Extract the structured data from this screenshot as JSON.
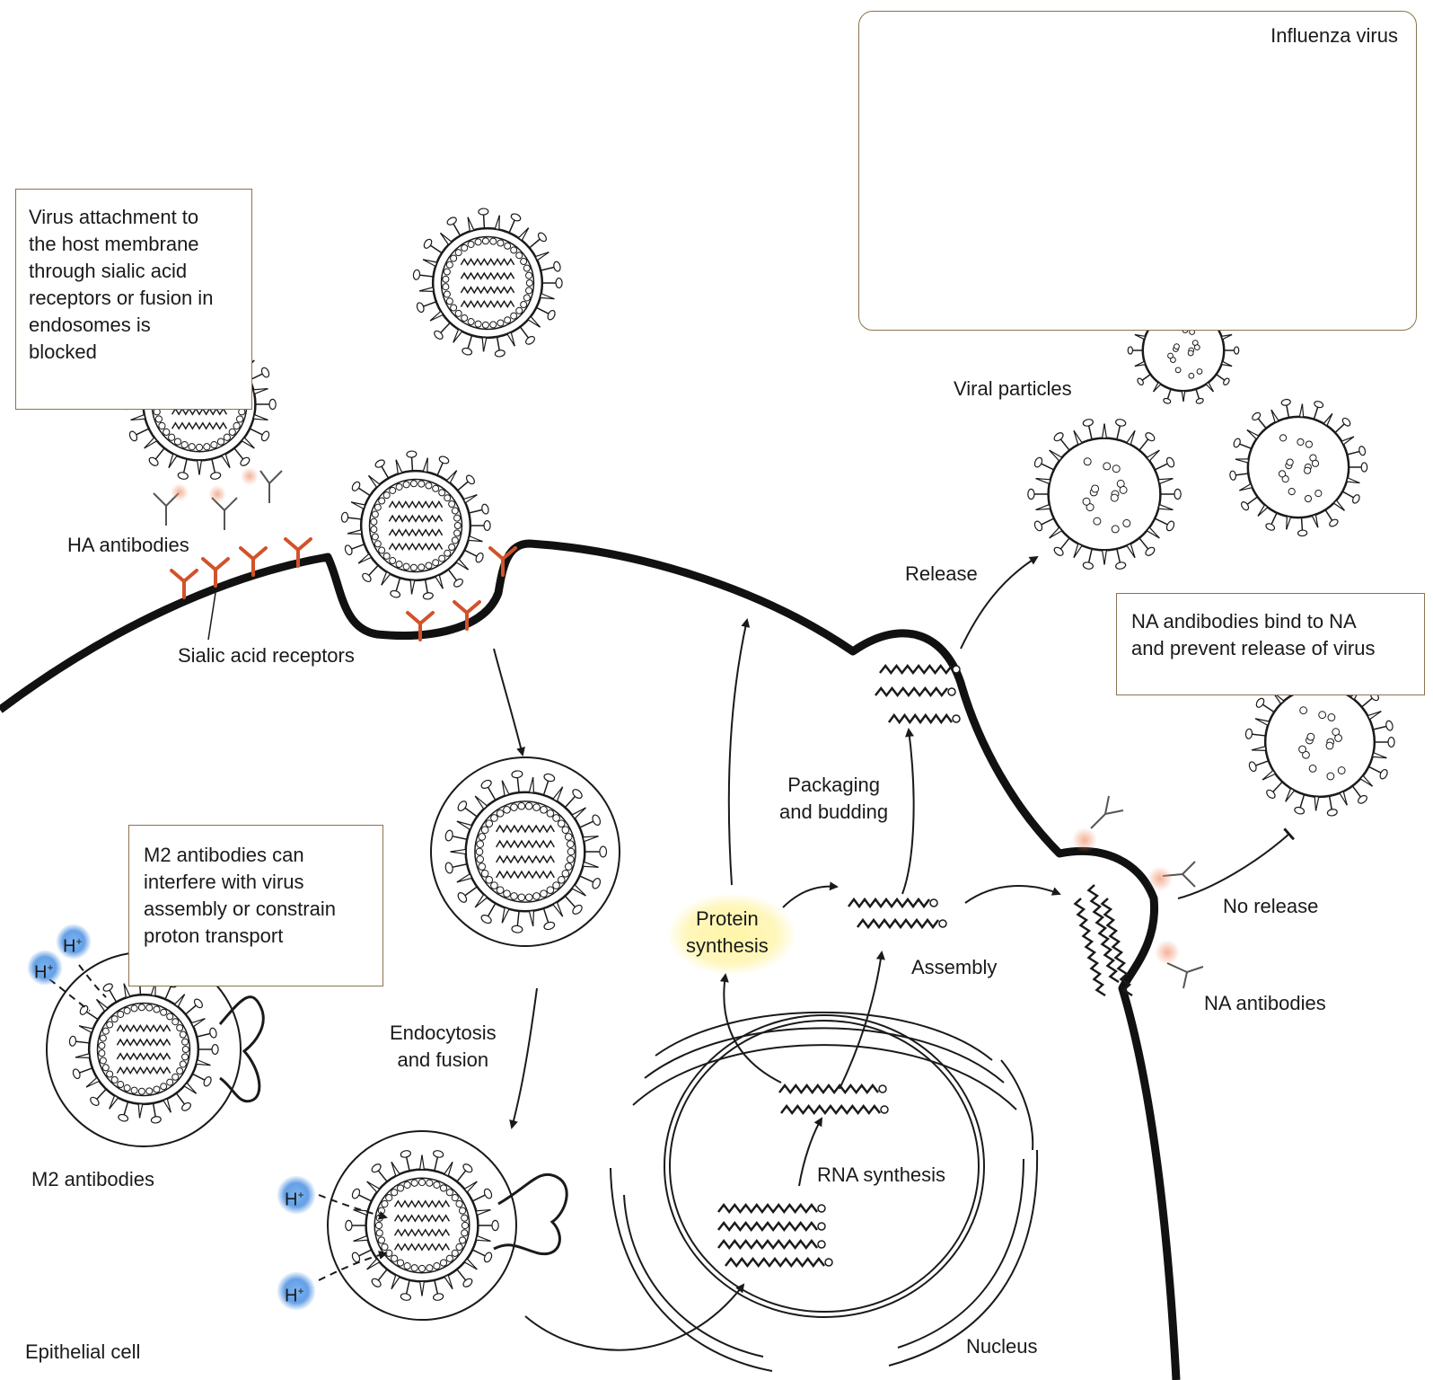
{
  "labels": {
    "influenza_virus": "Influenza virus",
    "viral_particles": "Viral particles",
    "release": "Release",
    "ha_antibodies": "HA antibodies",
    "sialic_acid_receptors": "Sialic acid receptors",
    "packaging_and_budding": "Packaging\nand budding",
    "protein_synthesis": "Protein\nsynthesis",
    "assembly": "Assembly",
    "no_release": "No release",
    "na_antibodies": "NA antibodies",
    "endocytosis_and_fusion": "Endocytosis\nand fusion",
    "rna_synthesis": "RNA synthesis",
    "m2_antibodies": "M2 antibodies",
    "epithelial_cell": "Epithelial cell",
    "nucleus": "Nucleus",
    "proton": "H",
    "proton_charge": "+"
  },
  "callouts": {
    "attachment": "Virus attachment to\nthe host membrane\nthrough sialic acid\nreceptors or fusion in\nendosomes is\nblocked",
    "m2": "M2 antibodies can\ninterfere with virus\nassembly or constrain\nproton transport",
    "na": "NA andibodies bind to NA\nand prevent release of virus"
  },
  "colors": {
    "membrane": "#111111",
    "receptor": "#d2522a",
    "box_border": "#8a7350",
    "proton_glow": "#4a90e2",
    "protein_glow": "#fff3a0",
    "antibody_highlight": "#f0906a"
  }
}
